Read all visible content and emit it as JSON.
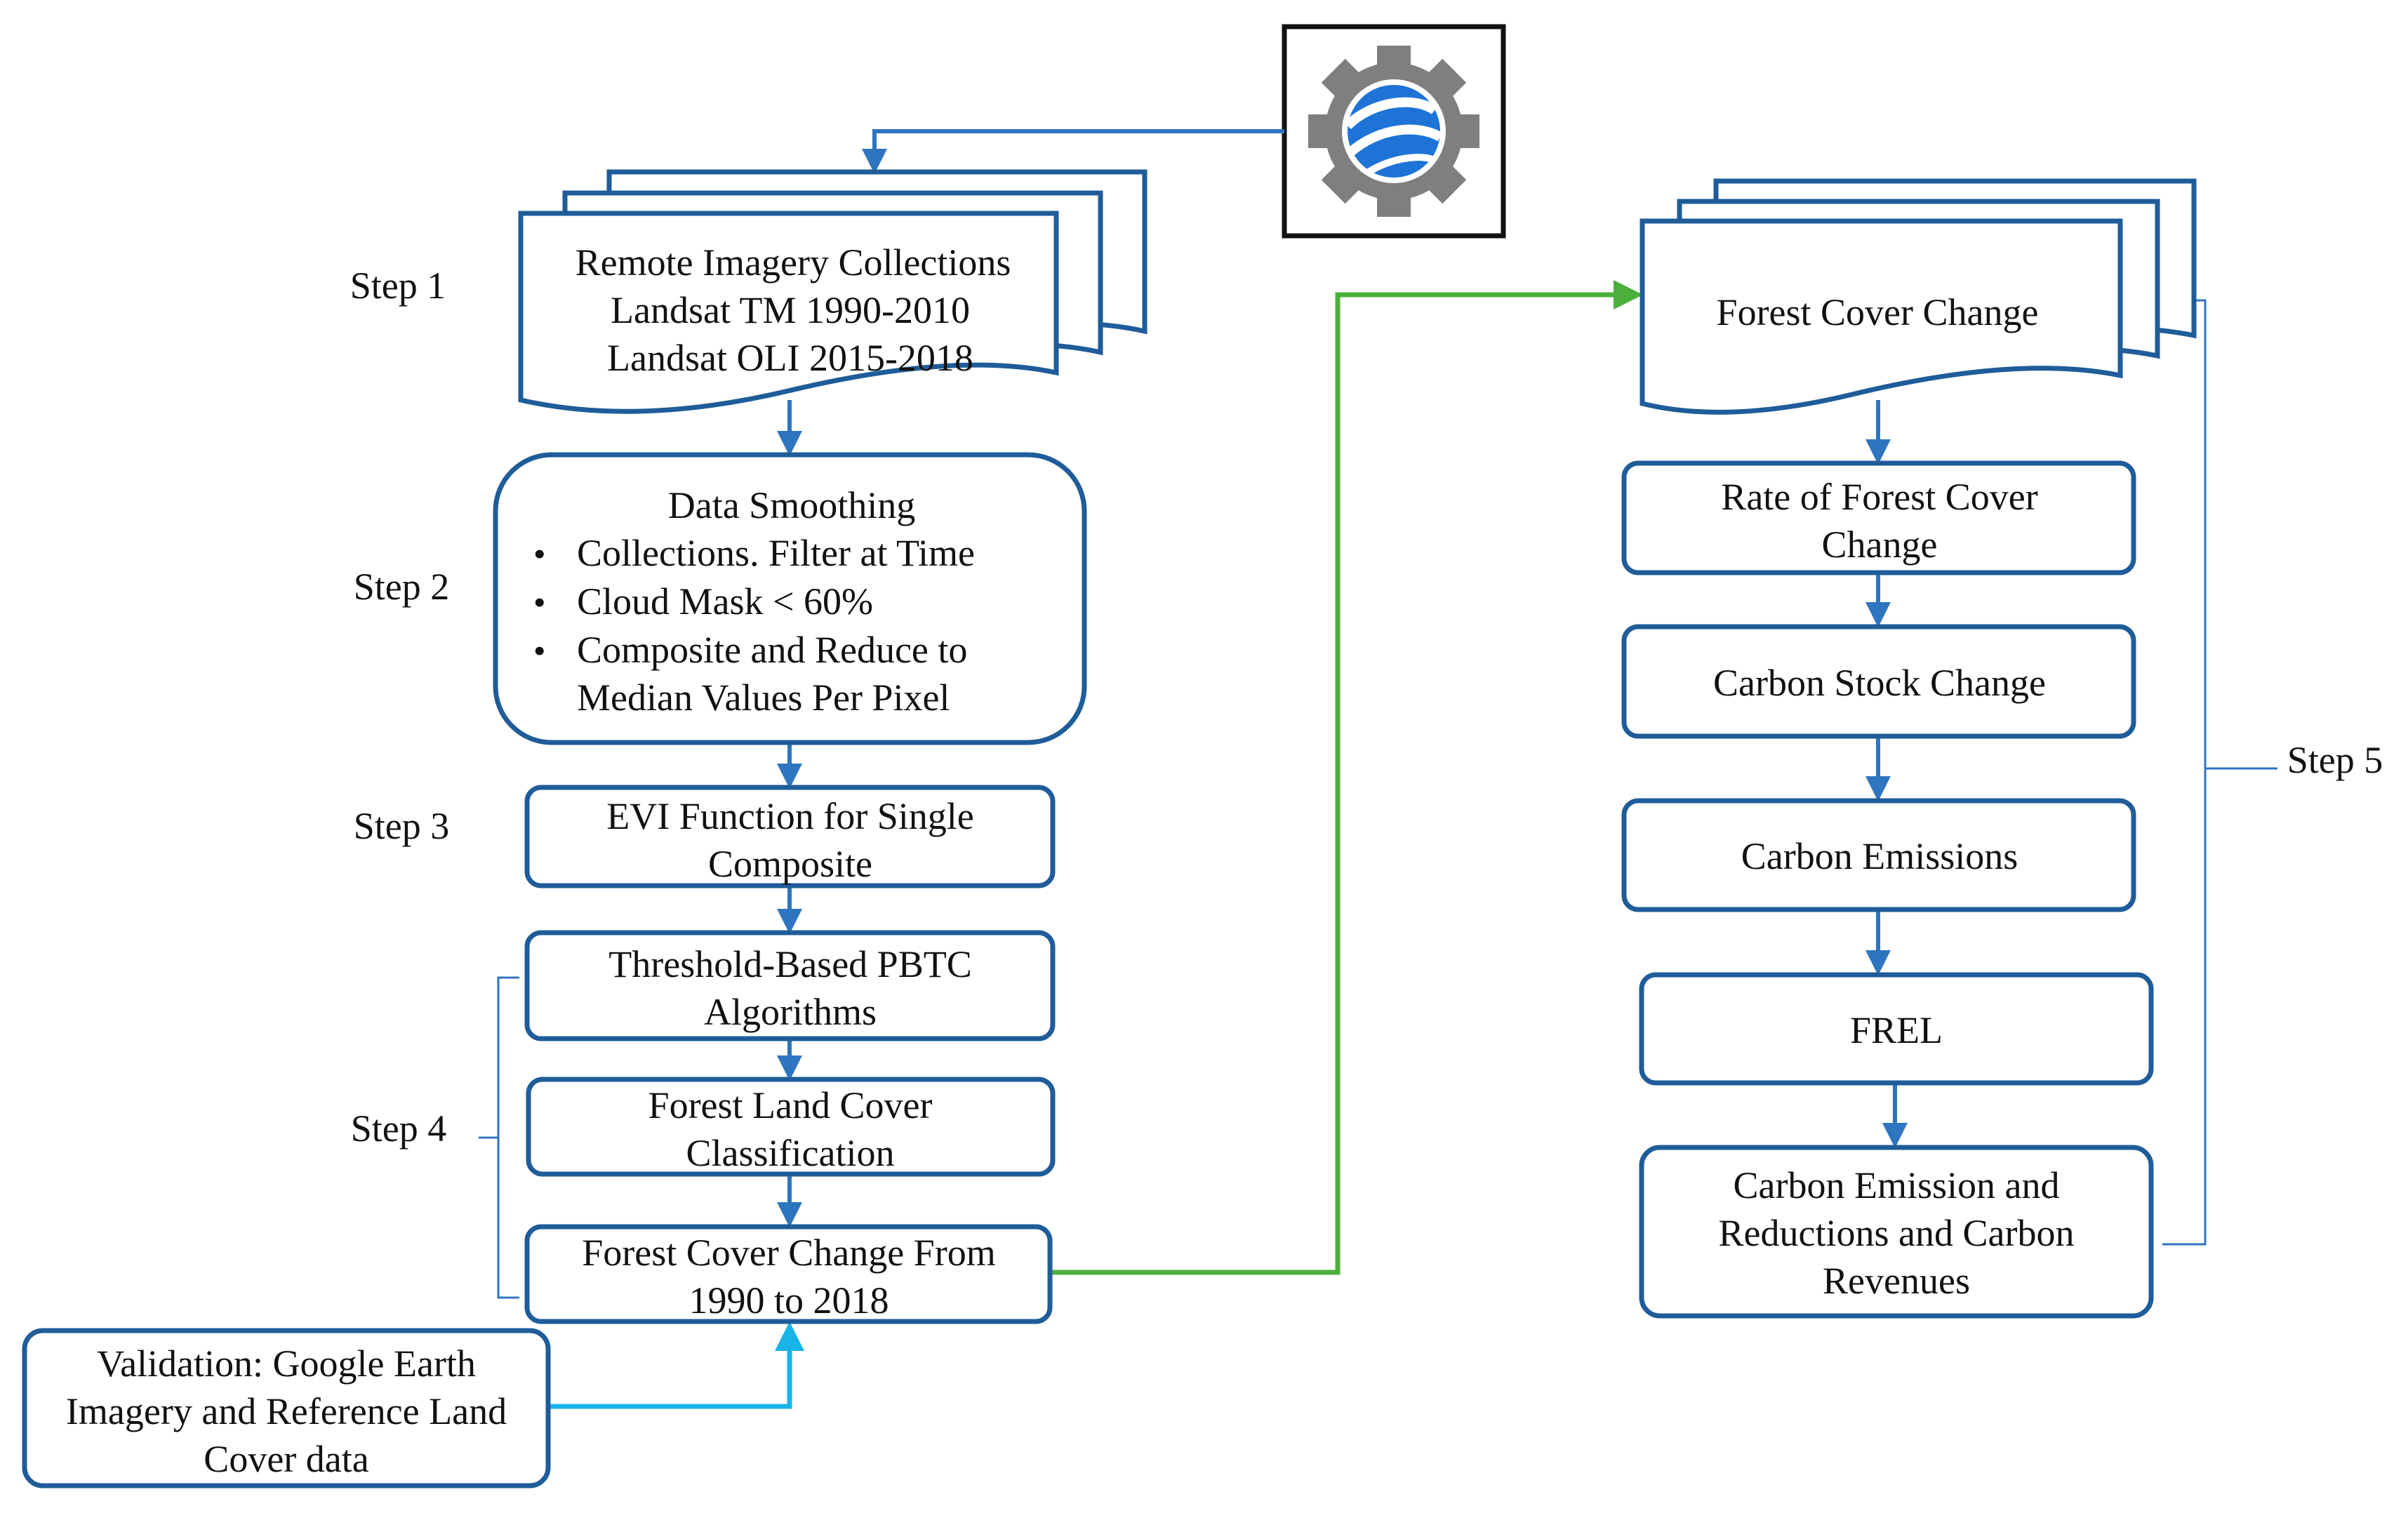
{
  "colors": {
    "box_border": "#1f5c99",
    "arrow_blue": "#2e75c0",
    "arrow_green": "#4caf3c",
    "arrow_cyan": "#18b4e8",
    "icon_gear": "#7f7f7f",
    "icon_globe": "#1e73d6"
  },
  "icon": {
    "name": "google-earth-engine-icon"
  },
  "steps": {
    "step1": "Step 1",
    "step2": "Step 2",
    "step3": "Step 3",
    "step4": "Step 4",
    "step5": "Step 5"
  },
  "left": {
    "remote": {
      "line1": "Remote  Imagery Collections",
      "line2": "Landsat TM 1990-2010",
      "line3": "Landsat OLI 2015-2018"
    },
    "smoothing": {
      "title": "Data Smoothing",
      "bullets": [
        "Collections. Filter  at Time",
        "Cloud Mask  < 60%",
        "Composite and Reduce to",
        "Median Values Per Pixel"
      ]
    },
    "evi": {
      "line1": "EVI Function for Single",
      "line2": "Composite"
    },
    "threshold": {
      "line1": "Threshold-Based PBTC",
      "line2": "Algorithms"
    },
    "classification": {
      "line1": "Forest Land Cover",
      "line2": "Classification"
    },
    "change": {
      "line1": "Forest Cover Change From",
      "line2": "1990 to 2018"
    },
    "validation": {
      "line1": "Validation: Google Earth",
      "line2": "Imagery and Reference Land",
      "line3": "Cover data"
    }
  },
  "right": {
    "fcc": "Forest Cover Change",
    "rate": {
      "line1": "Rate of Forest Cover",
      "line2": "Change"
    },
    "stock": "Carbon Stock Change",
    "emissions": "Carbon Emissions",
    "frel": "FREL",
    "revenue": {
      "line1": "Carbon Emission and",
      "line2": "Reductions and Carbon",
      "line3": "Revenues"
    }
  }
}
